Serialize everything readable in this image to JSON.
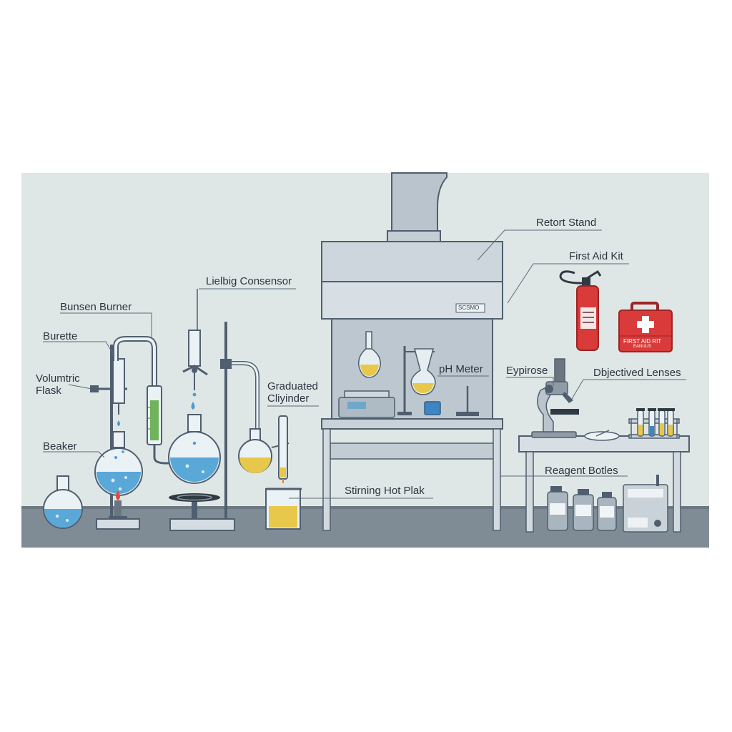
{
  "labels": {
    "bunsen_burner": "Bunsen Burner",
    "burette": "Burette",
    "volumetric_flask_line1": "Volumtric",
    "volumetric_flask_line2": "Flask",
    "beaker": "Beaker",
    "liebig_condenser": "Lielbig Consensor",
    "graduated_cylinder_line1": "Graduated",
    "graduated_cylinder_line2": "Cliyinder",
    "stirring_hot_plate": "Stirning Hot Plak",
    "ph_meter": "pH Meter",
    "retort_stand": "Retort Stand",
    "first_aid_kit": "First Aid Kit",
    "eyepiece": "Eypirose",
    "objective_lenses": "Dbjectived Lenses",
    "reagent_bottles": "Reagent Botles"
  },
  "fume_hood": {
    "badge": "SCSMO"
  },
  "first_aid_box": {
    "line1": "FIRST AID RIT",
    "line2": "EANUUS"
  },
  "colors": {
    "wall": "#dfe7e6",
    "floor": "#7f8c96",
    "blue_liquid": "#5aa8d8",
    "yellow_liquid": "#e8c84a",
    "red": "#d93a3a",
    "outline": "#4f5f6f"
  }
}
